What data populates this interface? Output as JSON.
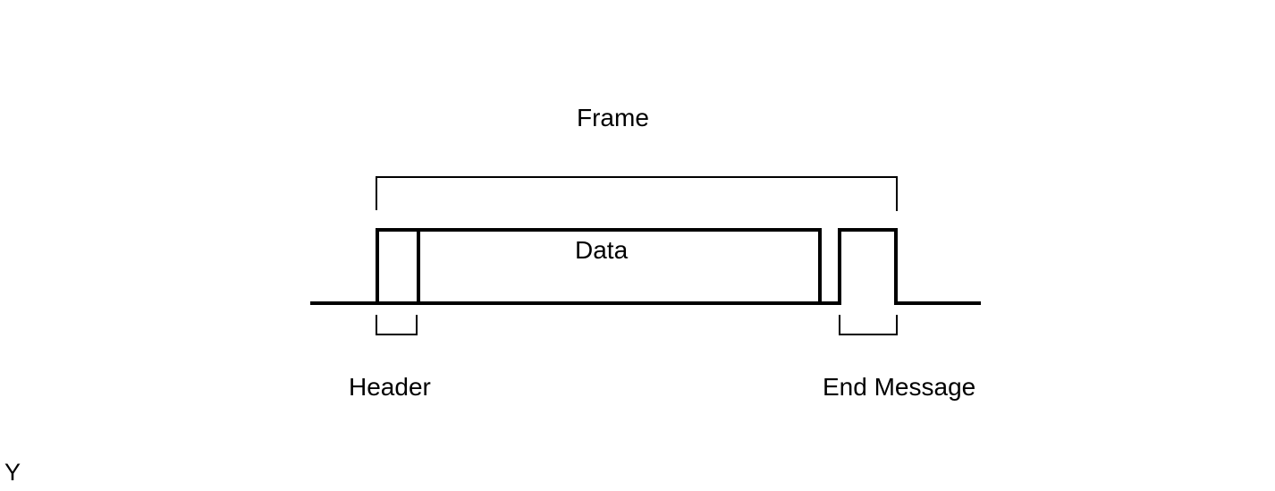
{
  "diagram": {
    "title_label": "Frame",
    "data_label": "Data",
    "header_label": "Header",
    "end_message_label": "End Message",
    "corner_label": "Y"
  },
  "colors": {
    "line": "#000000",
    "background": "#ffffff"
  }
}
